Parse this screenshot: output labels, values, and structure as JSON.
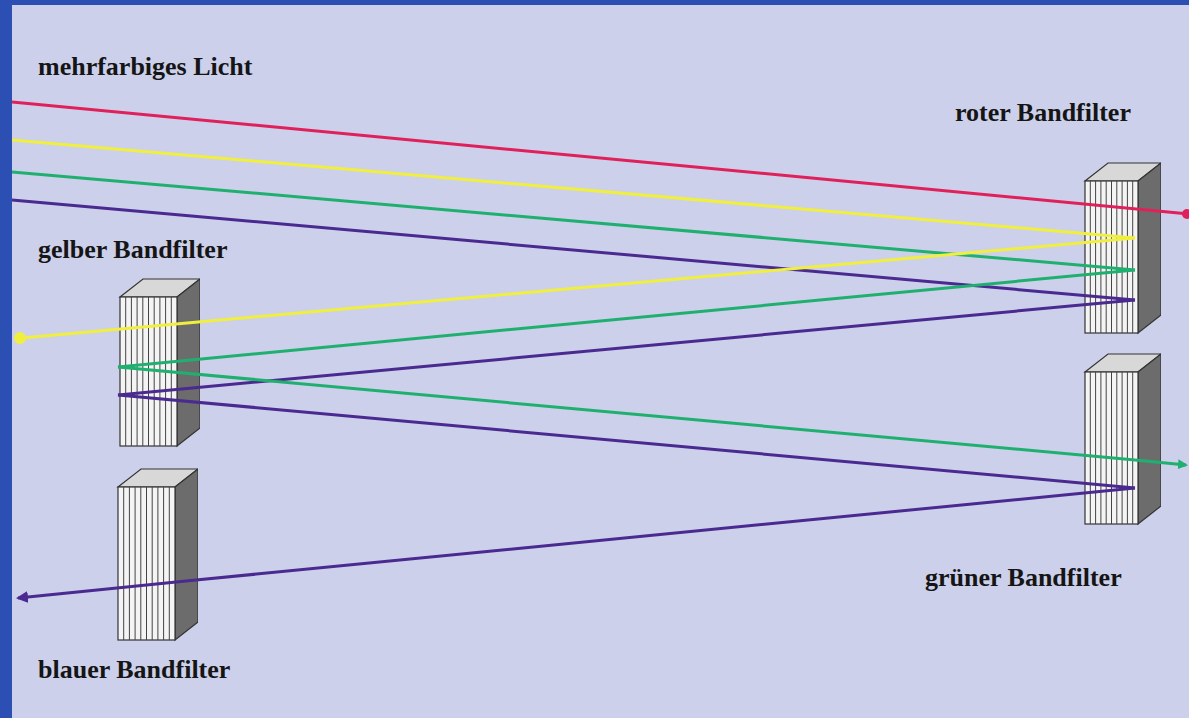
{
  "diagram": {
    "nodes": [
      {
        "text": [
          "roter Bandfilter"
        ]
      },
      {
        "text": [
          "gelber Bandfilter"
        ]
      },
      {
        "text": [
          "grüner Bandfilter"
        ]
      },
      {
        "text": [
          "blauer Bandfilter"
        ]
      }
    ],
    "edges": [
      {
        "from": 0,
        "to": 1,
        "arrow": "none"
      },
      {
        "from": 0,
        "to": 1,
        "arrow": "none"
      },
      {
        "from": 0,
        "to": 1,
        "arrow": "none"
      },
      {
        "from": 1,
        "to": 2,
        "arrow": "none"
      },
      {
        "from": 1,
        "to": 2,
        "arrow": "none"
      },
      {
        "from": 2,
        "to": 3,
        "arrow": "none"
      }
    ],
    "labels": [
      "mehrfarbiges Licht"
    ]
  }
}
